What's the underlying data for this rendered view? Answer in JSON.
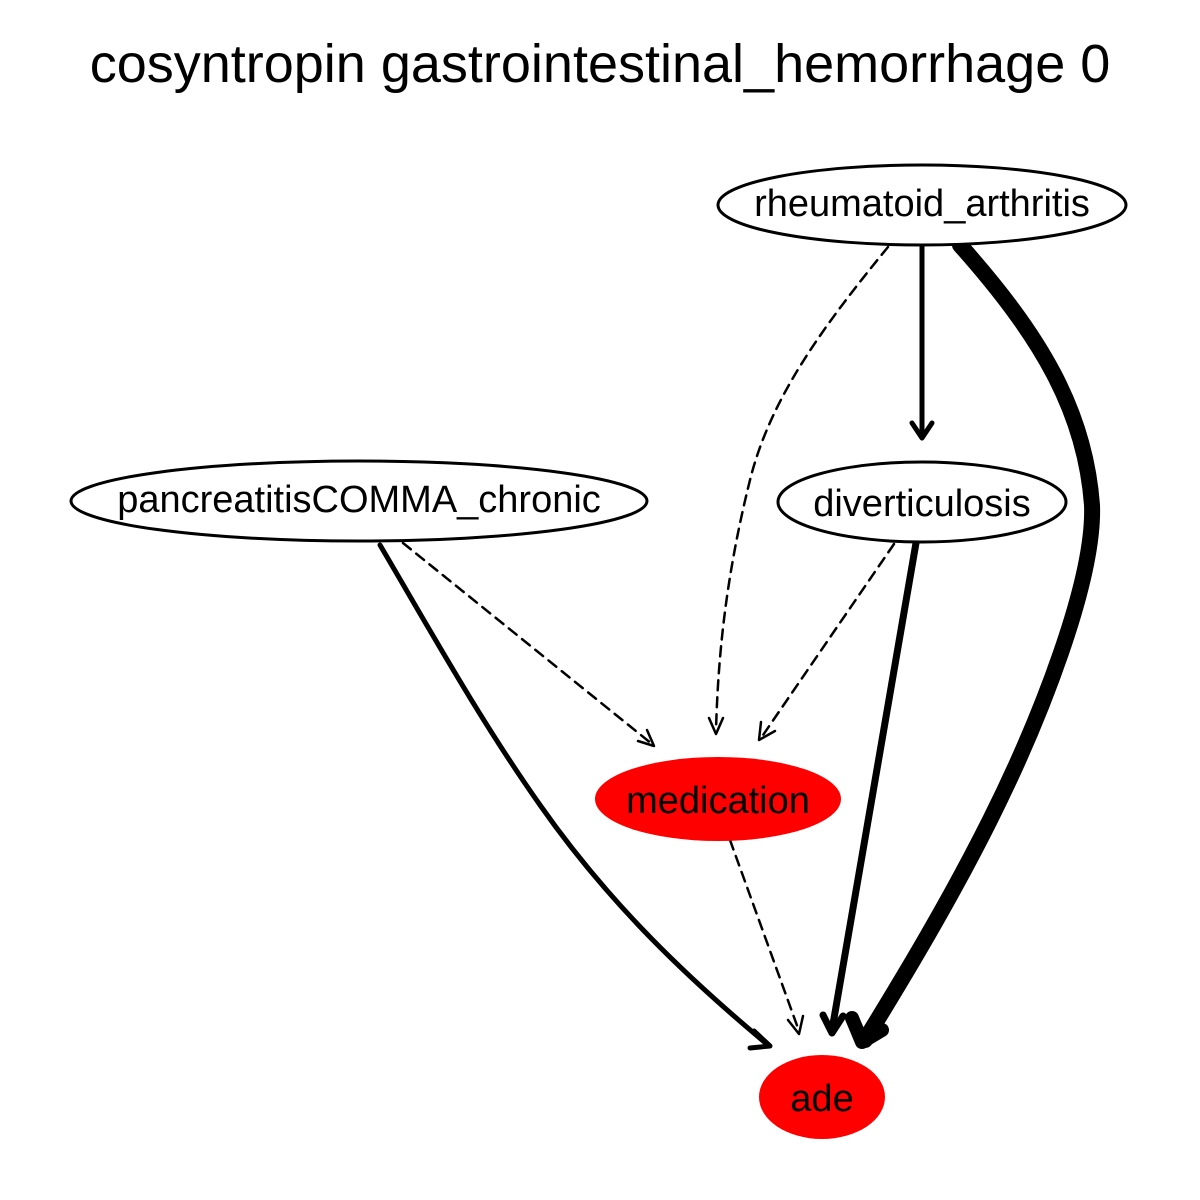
{
  "title": "cosyntropin gastrointestinal_hemorrhage 0",
  "colors": {
    "highlight_fill": "#ff0000",
    "plain_fill": "#ffffff",
    "stroke": "#000000"
  },
  "nodes": {
    "rheumatoid_arthritis": {
      "label": "rheumatoid_arthritis",
      "highlighted": false
    },
    "pancreatitis_chronic": {
      "label": "pancreatitisCOMMA_chronic",
      "highlighted": false
    },
    "diverticulosis": {
      "label": "diverticulosis",
      "highlighted": false
    },
    "medication": {
      "label": "medication",
      "highlighted": true
    },
    "ade": {
      "label": "ade",
      "highlighted": true
    }
  },
  "edges": [
    {
      "from": "rheumatoid_arthritis",
      "to": "diverticulosis",
      "style": "solid",
      "weight": "medium"
    },
    {
      "from": "rheumatoid_arthritis",
      "to": "medication",
      "style": "dashed",
      "weight": "thin"
    },
    {
      "from": "rheumatoid_arthritis",
      "to": "ade",
      "style": "solid",
      "weight": "heavy"
    },
    {
      "from": "pancreatitis_chronic",
      "to": "medication",
      "style": "dashed",
      "weight": "thin"
    },
    {
      "from": "pancreatitis_chronic",
      "to": "ade",
      "style": "solid",
      "weight": "medium"
    },
    {
      "from": "diverticulosis",
      "to": "medication",
      "style": "dashed",
      "weight": "thin"
    },
    {
      "from": "diverticulosis",
      "to": "ade",
      "style": "solid",
      "weight": "medium-heavy"
    },
    {
      "from": "medication",
      "to": "ade",
      "style": "dashed",
      "weight": "thin"
    }
  ]
}
